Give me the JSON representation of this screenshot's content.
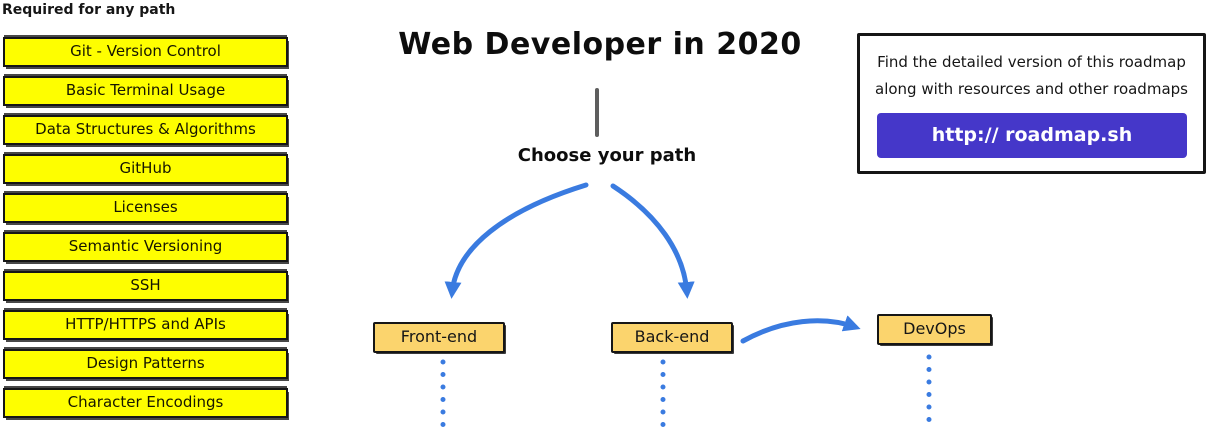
{
  "sidebar": {
    "title": "Required for any path",
    "items": [
      {
        "label": "Git - Version Control"
      },
      {
        "label": "Basic Terminal Usage"
      },
      {
        "label": "Data Structures & Algorithms"
      },
      {
        "label": "GitHub"
      },
      {
        "label": "Licenses"
      },
      {
        "label": "Semantic Versioning"
      },
      {
        "label": "SSH"
      },
      {
        "label": "HTTP/HTTPS and APIs"
      },
      {
        "label": "Design Patterns"
      },
      {
        "label": "Character Encodings"
      }
    ]
  },
  "header": {
    "title": "Web Developer in 2020"
  },
  "flow": {
    "choose_label": "Choose your path",
    "nodes": [
      {
        "label": "Front-end"
      },
      {
        "label": "Back-end"
      },
      {
        "label": "DevOps"
      }
    ]
  },
  "info": {
    "line1": "Find the detailed version of this roadmap",
    "line2": "along with resources and other roadmaps",
    "button_label": "http:// roadmap.sh"
  },
  "colors": {
    "checklist_yellow": "#fefe00",
    "node_orange": "#fbd46d",
    "arrow_blue": "#3a7be0",
    "button_indigo": "#4537c9"
  }
}
